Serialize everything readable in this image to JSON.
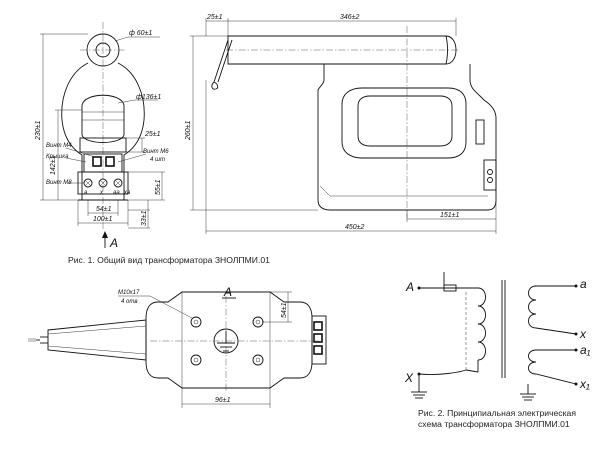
{
  "figure1": {
    "caption": "Рис. 1. Общий вид трансформатора ЗНОЛПМИ.01",
    "dims": {
      "d60": "ф 60±1",
      "d136": "ф136±1",
      "h230": "230±1",
      "h142": "142±1",
      "w25": "25±1",
      "vint_m4": "Винт М4",
      "kryshka": "Крышка",
      "vint_m6": "Винт М6",
      "sht4": "4 шт",
      "vint_m8": "Винт М8",
      "h55": "55±1",
      "w54": "54±1",
      "w100": "100±1",
      "h33": "33±1",
      "arrow_a": "А",
      "terms": [
        "а",
        "х",
        "аа",
        "ха"
      ],
      "top25": "25±1",
      "top346": "346±2",
      "h260": "260±1",
      "w151": "151±1",
      "w450": "450±2"
    }
  },
  "figure_a": {
    "label": "А",
    "m10": "М10х17",
    "m10_sub": "4 отв",
    "h54": "54±1",
    "w96": "96±1"
  },
  "figure2": {
    "caption_line1": "Рис. 2. Принципиальная электрическая",
    "caption_line2": "схема трансформатора ЗНОЛПМИ.01",
    "A": "А",
    "X": "Х",
    "a": "а",
    "x": "х",
    "a1": "а₁",
    "x1": "х₁"
  }
}
